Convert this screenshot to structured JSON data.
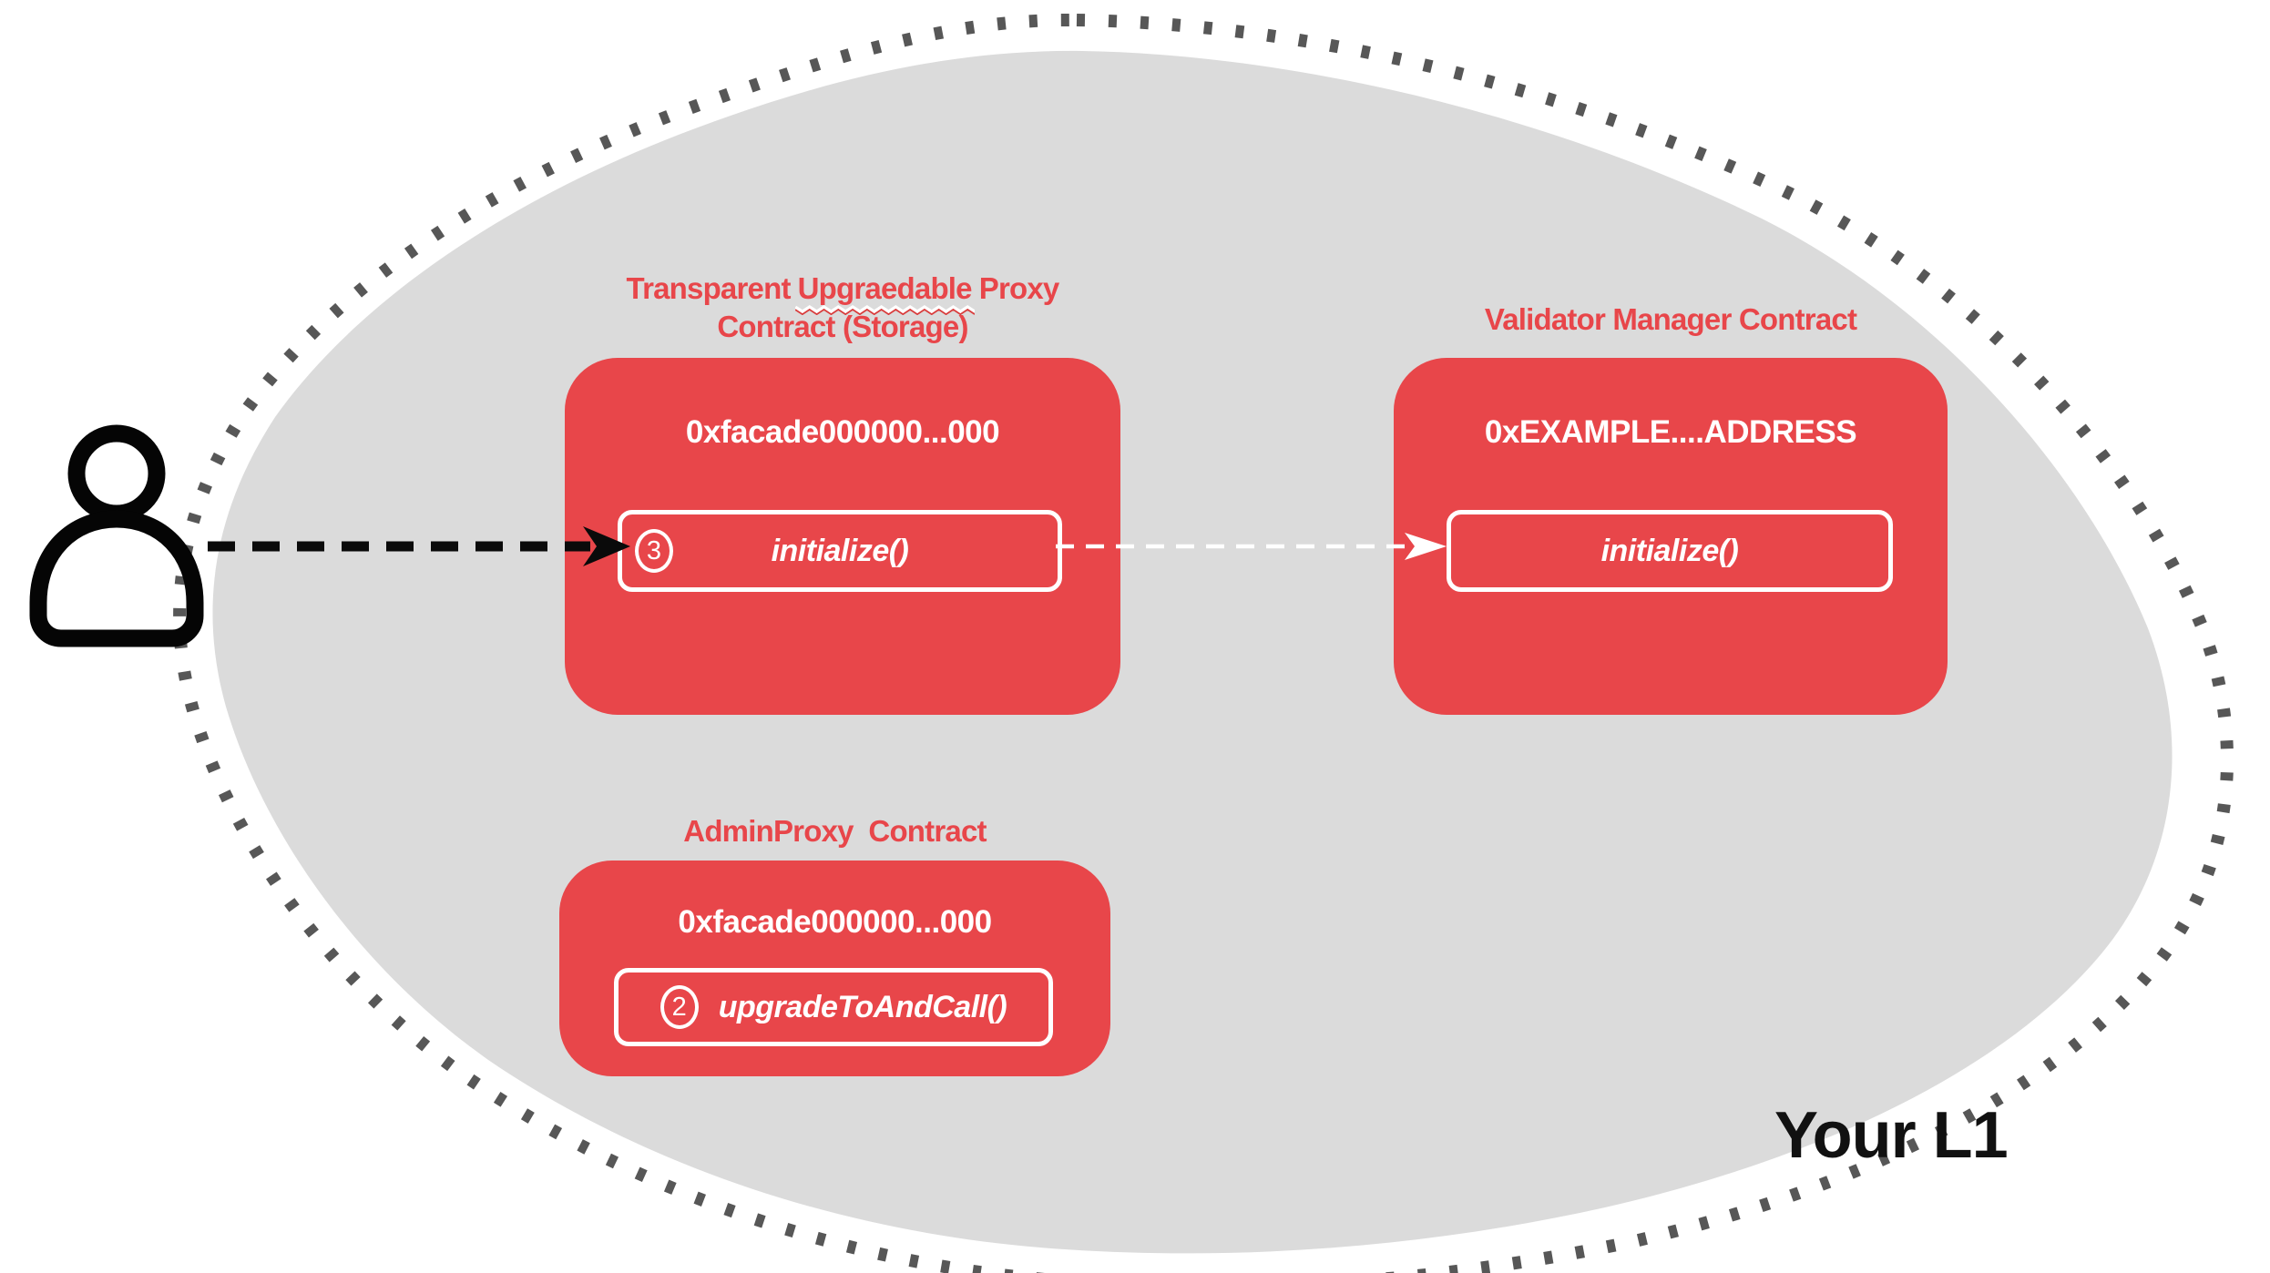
{
  "colors": {
    "contract_red": "#e8464a",
    "blob_fill": "#dbdbdb",
    "dotted_border": "#575757",
    "text_on_red": "#ffffff",
    "black": "#111111"
  },
  "region": {
    "label": "Your L1"
  },
  "actor": {
    "icon": "user-icon"
  },
  "arrows": {
    "user_to_proxy": "black-dashed-arrow",
    "proxy_to_validator": "white-dashed-arrow"
  },
  "boxes": {
    "transparent_proxy": {
      "title_word1": "Transparent",
      "title_word2_misspelled": "Upgraedable",
      "title_word3": "Proxy",
      "title_line2": "Contract (Storage)",
      "address": "0xfacade000000...000",
      "step_number": "3",
      "method": "initialize()"
    },
    "validator_manager": {
      "title": "Validator Manager Contract",
      "address": "0xEXAMPLE....ADDRESS",
      "method": "initialize()"
    },
    "admin_proxy": {
      "title": "AdminProxy  Contract",
      "address": "0xfacade000000...000",
      "step_number": "2",
      "method": "upgradeToAndCall()"
    }
  }
}
